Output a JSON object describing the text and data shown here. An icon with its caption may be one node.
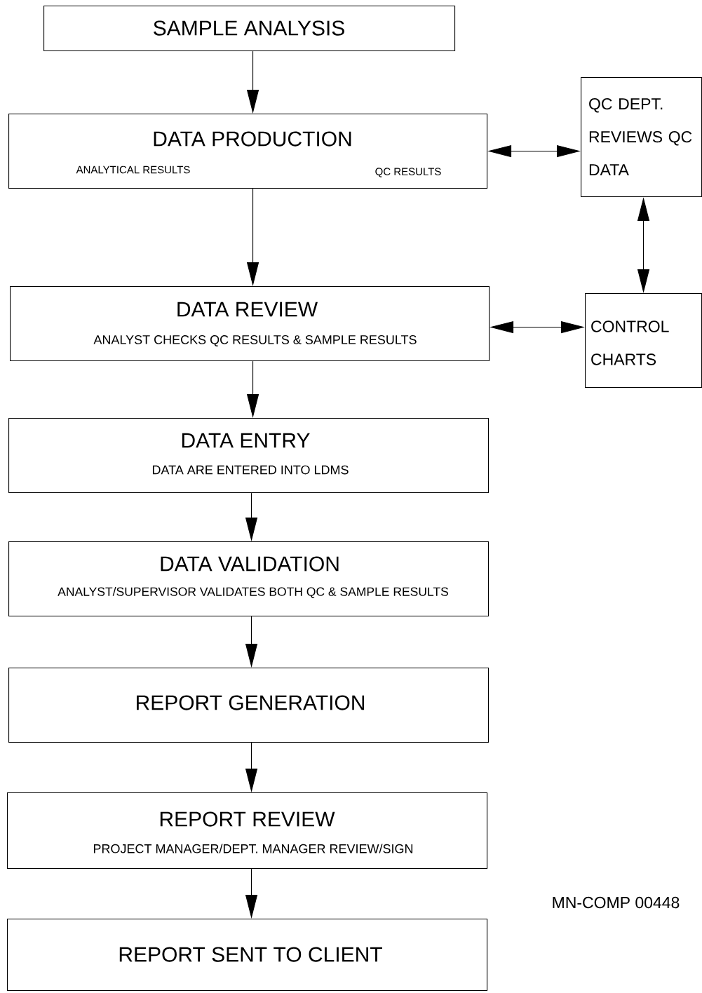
{
  "diagram": {
    "nodes": [
      {
        "text": [
          "SAMPLE ANALYSIS"
        ]
      },
      {
        "text": [
          "DATA PRODUCTION",
          "ANALYTICAL RESULTS",
          "QC RESULTS"
        ]
      },
      {
        "text": [
          "QC DEPT. REVIEWS QC DATA"
        ]
      },
      {
        "text": [
          "DATA REVIEW",
          "ANALYST CHECKS QC RESULTS & SAMPLE RESULTS"
        ]
      },
      {
        "text": [
          "CONTROL CHARTS"
        ]
      },
      {
        "text": [
          "DATA ENTRY",
          "DATA ARE ENTERED INTO LDMS"
        ]
      },
      {
        "text": [
          "DATA VALIDATION",
          "ANALYST/SUPERVISOR VALIDATES BOTH QC & SAMPLE RESULTS"
        ]
      },
      {
        "text": [
          "REPORT GENERATION"
        ]
      },
      {
        "text": [
          "REPORT REVIEW",
          "PROJECT MANAGER/DEPT. MANAGER REVIEW/SIGN"
        ]
      },
      {
        "text": [
          "REPORT SENT TO CLIENT"
        ]
      }
    ],
    "edges": [
      {
        "from": 0,
        "to": 1,
        "arrow": "to"
      },
      {
        "from": 1,
        "to": 2,
        "arrow": "both"
      },
      {
        "from": 2,
        "to": 4,
        "arrow": "both"
      },
      {
        "from": 1,
        "to": 3,
        "arrow": "to"
      },
      {
        "from": 3,
        "to": 4,
        "arrow": "both"
      },
      {
        "from": 3,
        "to": 5,
        "arrow": "to"
      },
      {
        "from": 5,
        "to": 6,
        "arrow": "to"
      },
      {
        "from": 6,
        "to": 7,
        "arrow": "to"
      },
      {
        "from": 7,
        "to": 8,
        "arrow": "to"
      },
      {
        "from": 8,
        "to": 9,
        "arrow": "to"
      }
    ],
    "labels": [
      "MN-COMP 00448"
    ]
  }
}
